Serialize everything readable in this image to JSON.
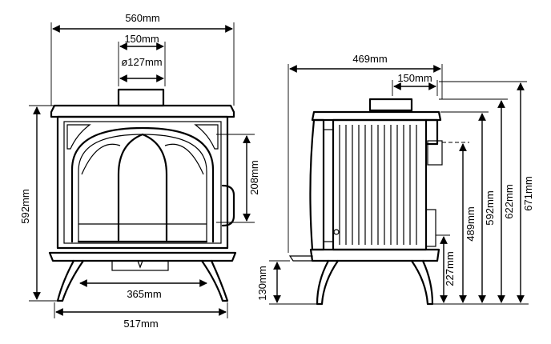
{
  "front_view": {
    "width_top": "560mm",
    "flue_outer": "150mm",
    "flue_inner": "ø127mm",
    "height": "592mm",
    "door_height": "208mm",
    "leg_span": "365mm",
    "base_width": "517mm"
  },
  "side_view": {
    "depth": "469mm",
    "flue_outer": "150mm",
    "base_clearance": "130mm",
    "rear_outlet_height": "227mm",
    "side_height": "489mm",
    "body_height": "592mm",
    "top_height": "622mm",
    "total_height": "671mm"
  },
  "colors": {
    "line": "#000000",
    "background": "#ffffff"
  }
}
